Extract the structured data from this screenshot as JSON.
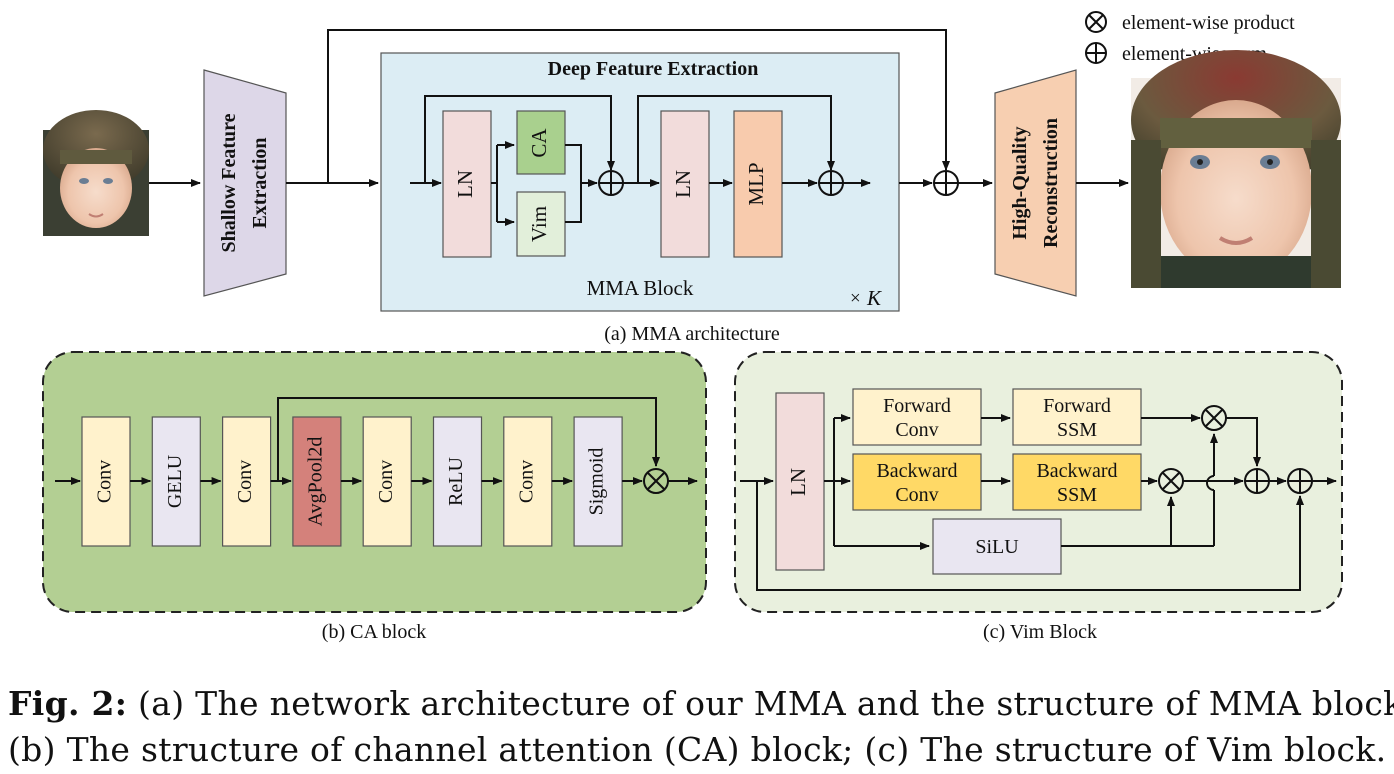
{
  "legend": {
    "product": "element-wise product",
    "sum": "element-wise sum"
  },
  "mma": {
    "shallow_l1": "Shallow Feature",
    "shallow_l2": "Extraction",
    "dfe_title": "Deep Feature Extraction",
    "ln1": "LN",
    "ca": "CA",
    "vim": "Vim",
    "ln2": "LN",
    "mlp": "MLP",
    "block_label": "MMA Block",
    "repeat_times": "×",
    "repeat_k": "K",
    "hq_l1": "High-Quality",
    "hq_l2": "Reconstruction",
    "caption": "(a) MMA architecture"
  },
  "ca_block": {
    "layers": [
      "Conv",
      "GELU",
      "Conv",
      "AvgPool2d",
      "Conv",
      "ReLU",
      "Conv",
      "Sigmoid"
    ],
    "caption": "(b)  CA block"
  },
  "vim_block": {
    "ln": "LN",
    "fwd_conv_l1": "Forward",
    "fwd_conv_l2": "Conv",
    "fwd_ssm_l1": "Forward",
    "fwd_ssm_l2": "SSM",
    "bwd_conv_l1": "Backward",
    "bwd_conv_l2": "Conv",
    "bwd_ssm_l1": "Backward",
    "bwd_ssm_l2": "SSM",
    "silu": "SiLU",
    "caption": "(c)  Vim Block"
  },
  "figure_caption": {
    "label": "Fig. 2:",
    "line1": " (a) The network architecture of our MMA and the structure of MMA block;",
    "line2": "(b) The structure of channel attention (CA) block; (c) The structure of Vim block."
  },
  "colors": {
    "dfe_bg": "#dcedf4",
    "ca_bg": "#b3cf93",
    "vim_bg": "#e9f0de",
    "shallow": "#ddd7e8",
    "hq": "#f7cfb1",
    "ln_pink": "#f2dcdb",
    "ca_green": "#a9d08e",
    "vim_green": "#e2efda",
    "mlp_orange": "#f8cbad",
    "conv_yellow": "#fff2cc",
    "act_lavender": "#e9e6f1",
    "avgpool_red": "#d4817b",
    "bwd_gold": "#ffd966"
  }
}
